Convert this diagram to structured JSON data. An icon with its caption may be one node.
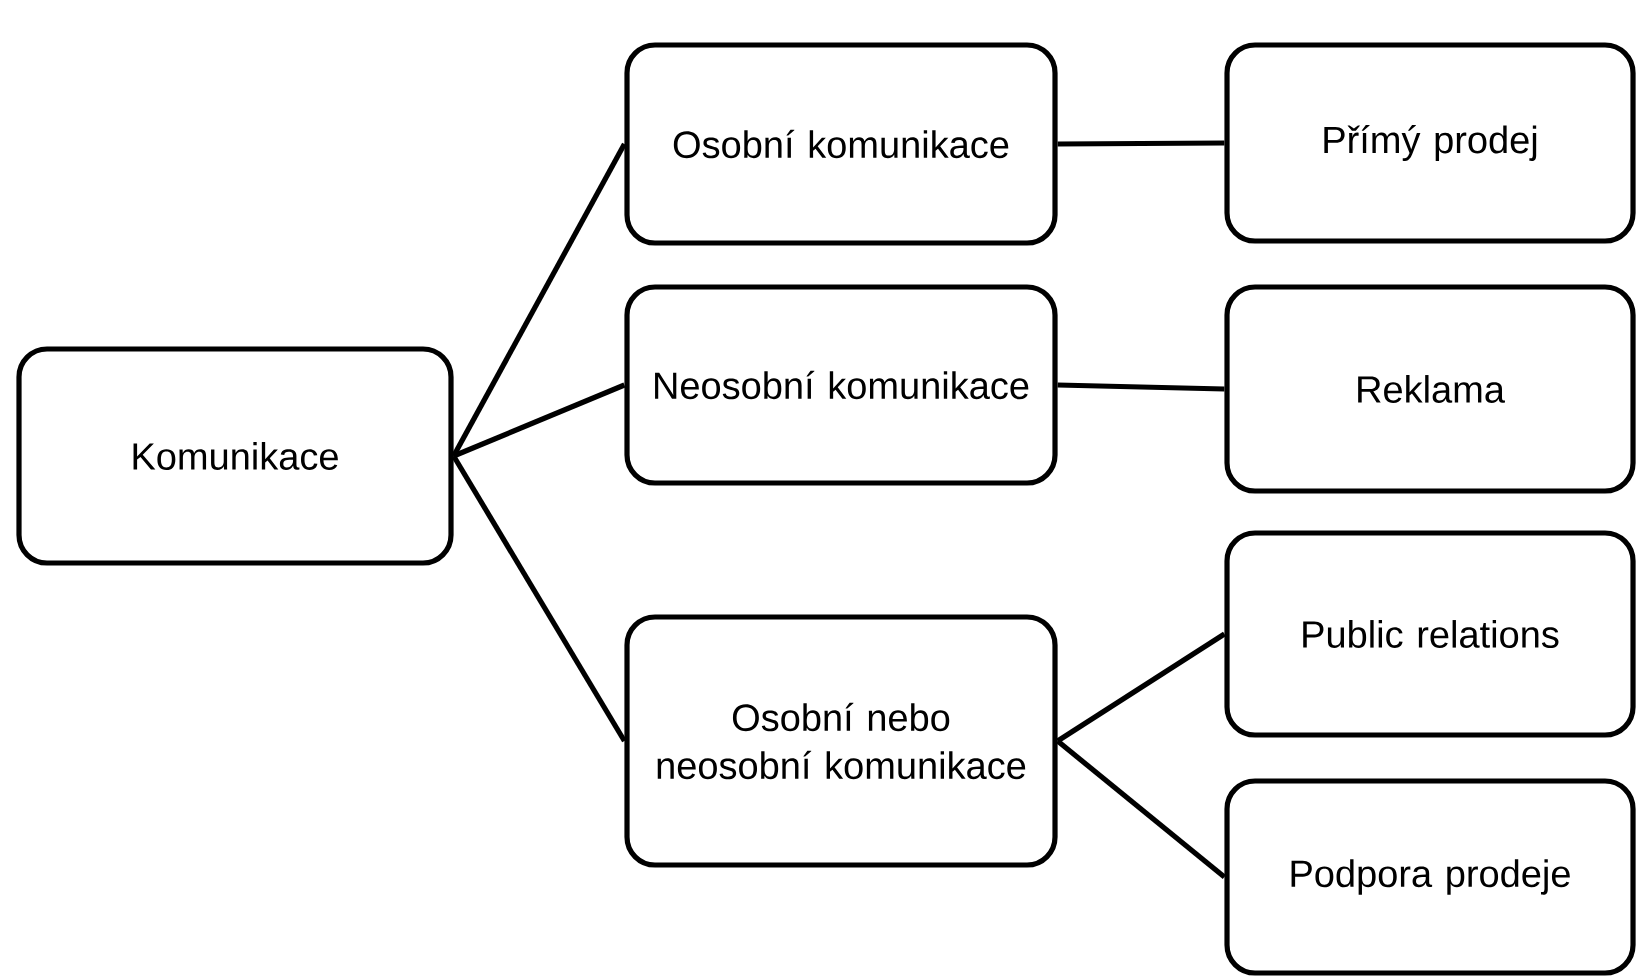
{
  "diagram": {
    "nodes": [
      {
        "text": [
          "Komunikace"
        ]
      },
      {
        "text": [
          "Osobní komunikace"
        ]
      },
      {
        "text": [
          "Neosobní komunikace"
        ]
      },
      {
        "text": [
          "Osobní nebo neosobní komunikace"
        ]
      },
      {
        "text": [
          "Přímý prodej"
        ]
      },
      {
        "text": [
          "Reklama"
        ]
      },
      {
        "text": [
          "Public relations"
        ]
      },
      {
        "text": [
          "Podpora prodeje"
        ]
      }
    ],
    "edges": [
      {
        "from": 0,
        "to": 1,
        "arrow": "none"
      },
      {
        "from": 0,
        "to": 2,
        "arrow": "none"
      },
      {
        "from": 0,
        "to": 3,
        "arrow": "none"
      },
      {
        "from": 1,
        "to": 4,
        "arrow": "none"
      },
      {
        "from": 2,
        "to": 5,
        "arrow": "none"
      },
      {
        "from": 3,
        "to": 6,
        "arrow": "none"
      },
      {
        "from": 3,
        "to": 7,
        "arrow": "none"
      }
    ]
  }
}
